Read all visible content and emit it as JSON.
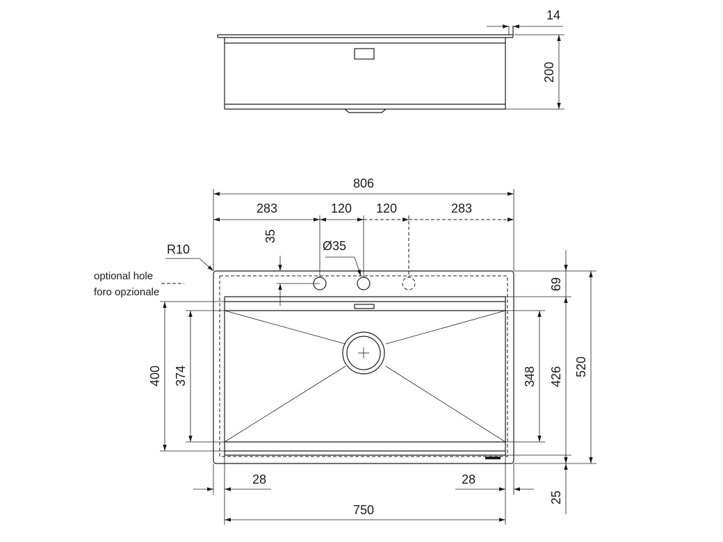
{
  "dimensions": {
    "side_view": {
      "lip_thickness": "14",
      "depth": "200"
    },
    "top_view": {
      "overall_width": "806",
      "hole_offset_left": "283",
      "hole_spacing_1": "120",
      "hole_spacing_2": "120",
      "hole_offset_right": "283",
      "hole_row_offset": "35",
      "hole_diameter": "Ø35",
      "corner_radius": "R10",
      "bowl_front_margin": "69",
      "overall_depth": "520",
      "bowl_outer_depth": "426",
      "bowl_inner_depth_right": "348",
      "bowl_outer_depth_left": "400",
      "bowl_inner_depth_left": "374",
      "side_margin_left": "28",
      "side_margin_right": "28",
      "bowl_width": "750",
      "back_margin": "25"
    }
  },
  "notes": {
    "optional_hole_en": "optional hole",
    "optional_hole_it": "foro opzionale"
  },
  "colors": {
    "line": "#1a1a1a",
    "background": "#ffffff"
  }
}
